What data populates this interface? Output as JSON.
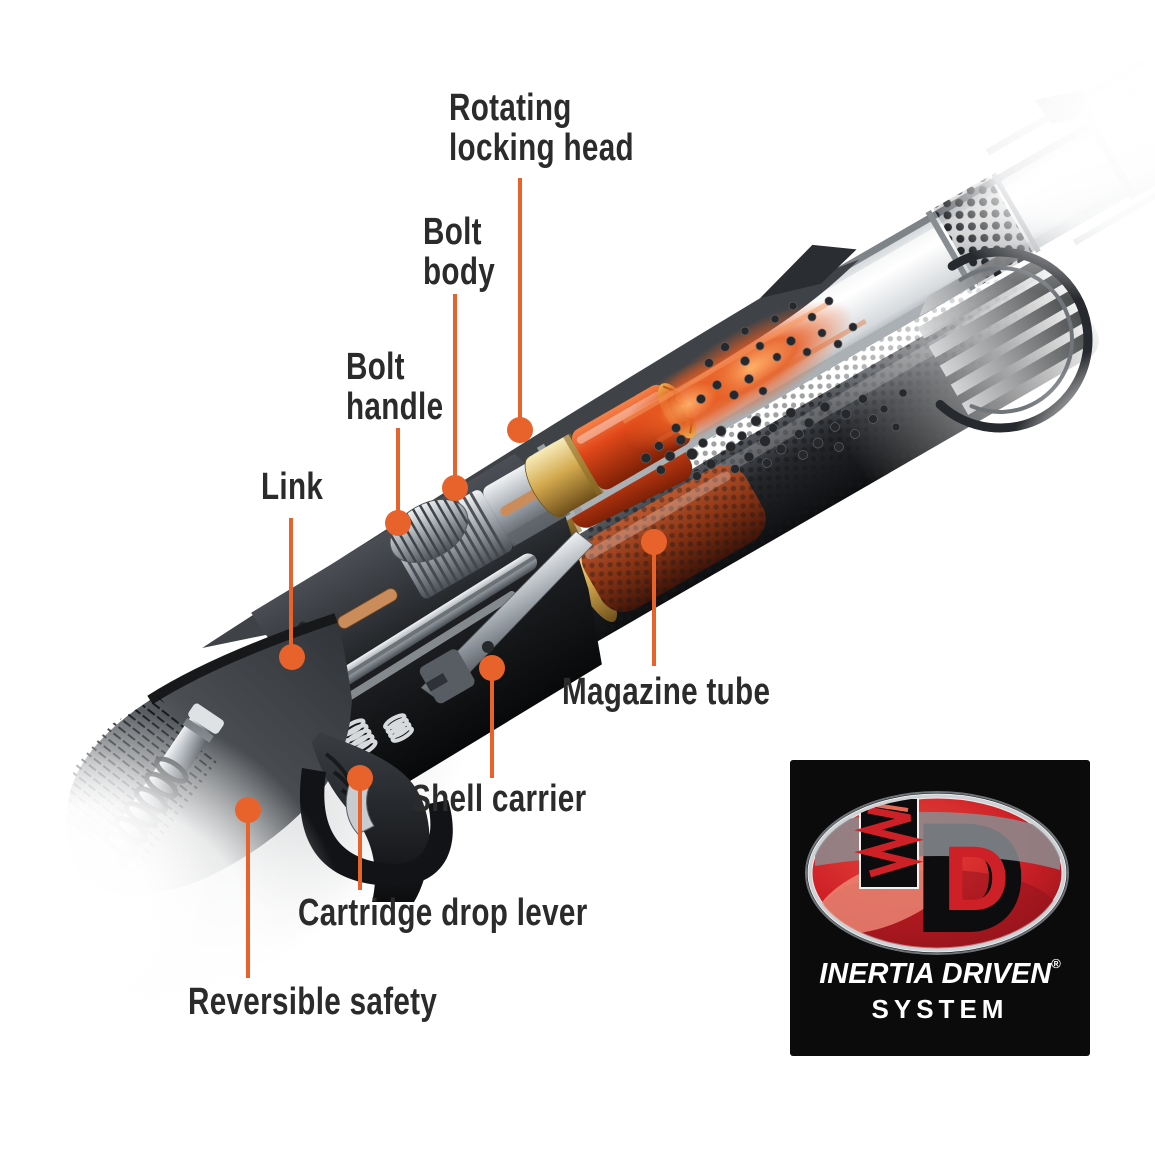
{
  "colors": {
    "accent_orange": "#E8622B",
    "label_text": "#2B2B2B",
    "shell_red": "#D9481C",
    "brass": "#D3A94E",
    "logo_red": "#CE2027",
    "logo_background": "#0B0B0C",
    "background": "#FFFFFF"
  },
  "annotations": {
    "rotating_locking_head": "Rotating\nlocking head",
    "bolt_body": "Bolt\nbody",
    "bolt_handle": "Bolt\nhandle",
    "link": "Link",
    "magazine_tube": "Magazine tube",
    "shell_carrier": "Shell carrier",
    "cartridge_drop_lever": "Cartridge drop lever",
    "reversible_safety": "Reversible safety"
  },
  "logo": {
    "monogram": "D",
    "line1": "INERTIA DRIVEN",
    "registered": "®",
    "line2": "SYSTEM"
  }
}
